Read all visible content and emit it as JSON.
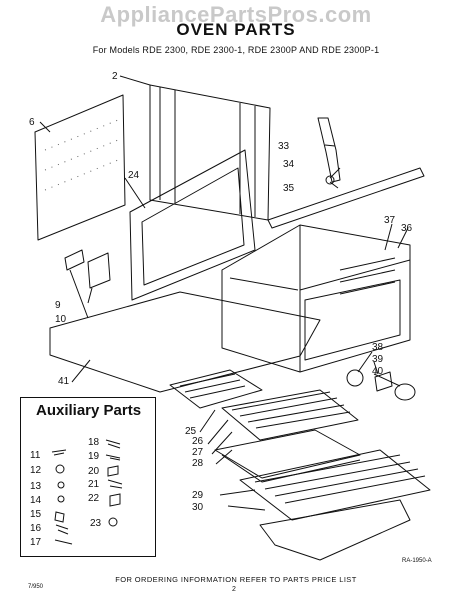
{
  "header": {
    "watermark": "AppliancePartsPros.com",
    "title": "OVEN PARTS",
    "subtitle": "For Models RDE 2300, RDE 2300-1, RDE 2300P AND RDE 2300P-1"
  },
  "auxiliary": {
    "title": "Auxiliary Parts",
    "labels": [
      "11",
      "12",
      "13",
      "14",
      "15",
      "16",
      "17",
      "18",
      "19",
      "20",
      "21",
      "22",
      "23"
    ]
  },
  "callouts": [
    "2",
    "6",
    "24",
    "9",
    "10",
    "41",
    "33",
    "34",
    "35",
    "37",
    "36",
    "38",
    "39",
    "40",
    "25",
    "26",
    "27",
    "28",
    "29",
    "30"
  ],
  "footer": {
    "ordering_note": "FOR ORDERING INFORMATION REFER TO PARTS PRICE LIST",
    "page_number": "2",
    "code_left": "7/950",
    "code_right": "RA-1950-A"
  }
}
